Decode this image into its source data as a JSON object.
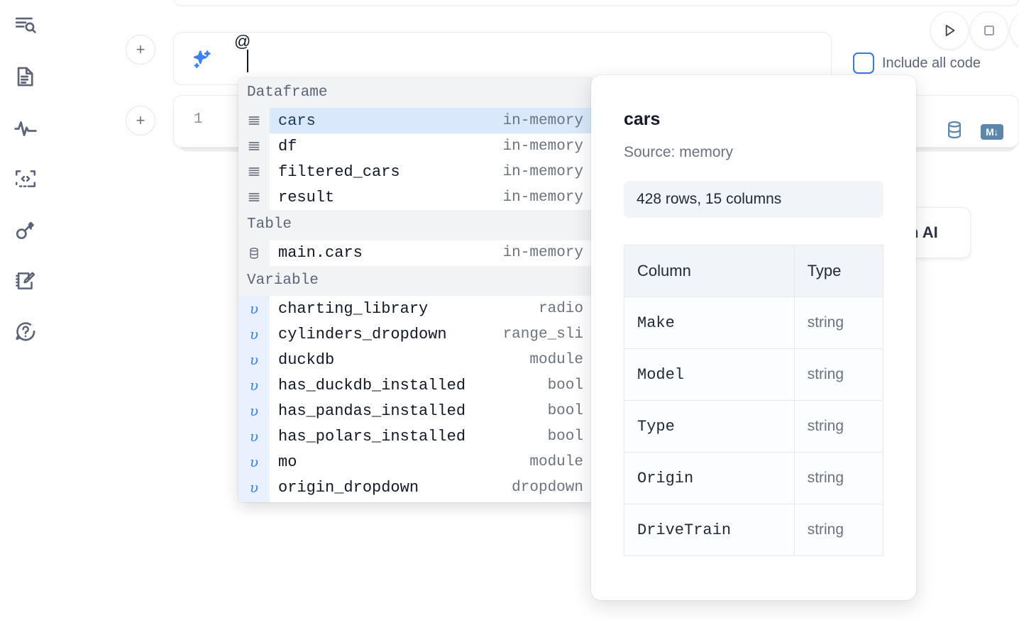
{
  "sidebar": {
    "items": [
      {
        "name": "search-outline-icon",
        "label": "Outline search"
      },
      {
        "name": "document-icon",
        "label": "Notebook"
      },
      {
        "name": "activity-icon",
        "label": "Activity"
      },
      {
        "name": "code-snippet-icon",
        "label": "Snippets"
      },
      {
        "name": "key-icon",
        "label": "Secrets"
      },
      {
        "name": "scratchpad-icon",
        "label": "Scratchpad"
      },
      {
        "name": "help-chat-icon",
        "label": "Help"
      }
    ]
  },
  "toolbar": {
    "run_label": "Run",
    "stop_label": "Stop",
    "include_all_code_label": "Include all code",
    "include_all_code_checked": false,
    "database_icon": "database-icon",
    "markdown_badge": "M↓"
  },
  "prompt": {
    "icon": "sparkles-icon",
    "value": "@",
    "placeholder": ""
  },
  "code_cell": {
    "line_number": "1"
  },
  "ai_chip": {
    "label": "h AI"
  },
  "autocomplete": {
    "groups": [
      {
        "label": "Dataframe",
        "items": [
          {
            "icon": "rows-icon",
            "name": "cars",
            "type": "in-memory",
            "selected": true,
            "kind": "df"
          },
          {
            "icon": "rows-icon",
            "name": "df",
            "type": "in-memory",
            "selected": false,
            "kind": "df"
          },
          {
            "icon": "rows-icon",
            "name": "filtered_cars",
            "type": "in-memory",
            "selected": false,
            "kind": "df"
          },
          {
            "icon": "rows-icon",
            "name": "result",
            "type": "in-memory",
            "selected": false,
            "kind": "df"
          }
        ]
      },
      {
        "label": "Table",
        "items": [
          {
            "icon": "database-icon",
            "name": "main.cars",
            "type": "in-memory",
            "selected": false,
            "kind": "table"
          }
        ]
      },
      {
        "label": "Variable",
        "items": [
          {
            "icon": "variable-icon",
            "name": "charting_library",
            "type": "radio",
            "selected": false,
            "kind": "var"
          },
          {
            "icon": "variable-icon",
            "name": "cylinders_dropdown",
            "type": "range_sli",
            "selected": false,
            "kind": "var"
          },
          {
            "icon": "variable-icon",
            "name": "duckdb",
            "type": "module",
            "selected": false,
            "kind": "var"
          },
          {
            "icon": "variable-icon",
            "name": "has_duckdb_installed",
            "type": "bool",
            "selected": false,
            "kind": "var"
          },
          {
            "icon": "variable-icon",
            "name": "has_pandas_installed",
            "type": "bool",
            "selected": false,
            "kind": "var"
          },
          {
            "icon": "variable-icon",
            "name": "has_polars_installed",
            "type": "bool",
            "selected": false,
            "kind": "var"
          },
          {
            "icon": "variable-icon",
            "name": "mo",
            "type": "module",
            "selected": false,
            "kind": "var"
          },
          {
            "icon": "variable-icon",
            "name": "origin_dropdown",
            "type": "dropdown",
            "selected": false,
            "kind": "var"
          }
        ]
      }
    ]
  },
  "detail": {
    "title": "cars",
    "source": "Source: memory",
    "stats": "428 rows, 15 columns",
    "table": {
      "headers": [
        "Column",
        "Type"
      ],
      "rows": [
        [
          "Make",
          "string"
        ],
        [
          "Model",
          "string"
        ],
        [
          "Type",
          "string"
        ],
        [
          "Origin",
          "string"
        ],
        [
          "DriveTrain",
          "string"
        ]
      ]
    }
  },
  "colors": {
    "accent_blue": "#3b82f6",
    "selected_row_bg": "#d9e8fb",
    "group_header_bg": "#f1f3f5",
    "variable_gutter_bg": "#e8f1fd",
    "badge_blue": "#5c87ab",
    "text_muted": "#6b7280"
  }
}
